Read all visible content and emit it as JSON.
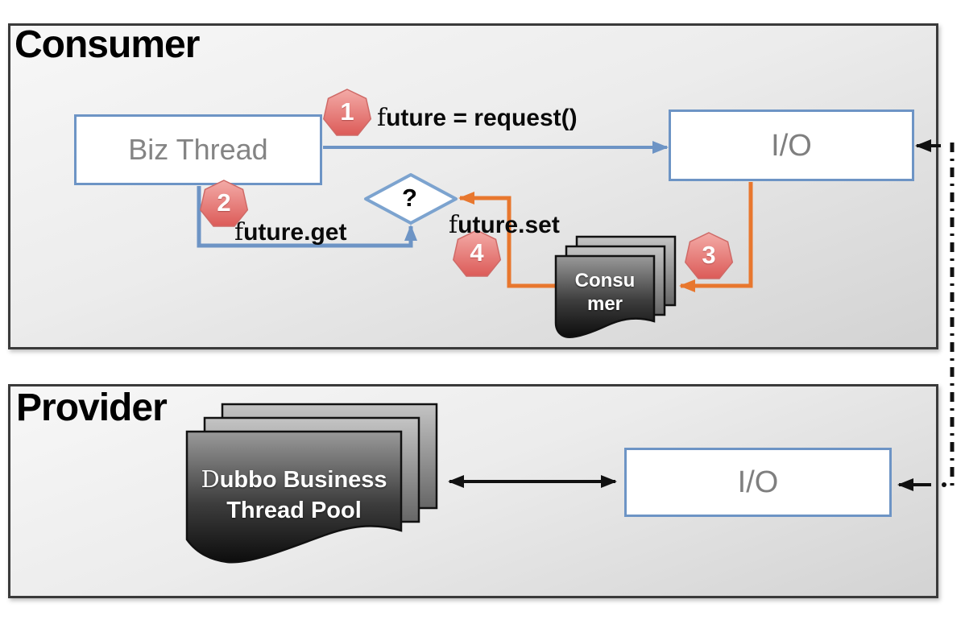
{
  "consumer_panel": {
    "title": "Consumer",
    "biz_thread": {
      "label": "Biz Thread"
    },
    "io_box": {
      "label": "I/O"
    },
    "decision": {
      "label": "?"
    },
    "consumer_card": {
      "lines": [
        "Consu",
        "mer"
      ]
    },
    "steps": [
      {
        "number": "1",
        "label": "future = request()"
      },
      {
        "number": "2",
        "label": "future.get"
      },
      {
        "number": "3",
        "label": ""
      },
      {
        "number": "4",
        "label": "future.set"
      }
    ]
  },
  "provider_panel": {
    "title": "Provider",
    "thread_pool_card": {
      "lines": [
        "Dubbo Business",
        "Thread Pool"
      ]
    },
    "io_box": {
      "label": "I/O"
    }
  },
  "colors": {
    "accent_blue": "#6d94c5",
    "accent_orange": "#e8772e",
    "badge_red_top": "#f3aba7",
    "badge_red_bottom": "#dc5b58",
    "panel_border": "#3a3a3a",
    "card_dark": "#0d0d0d",
    "label_gray": "#7f7f7f",
    "connector_black": "#111111"
  }
}
